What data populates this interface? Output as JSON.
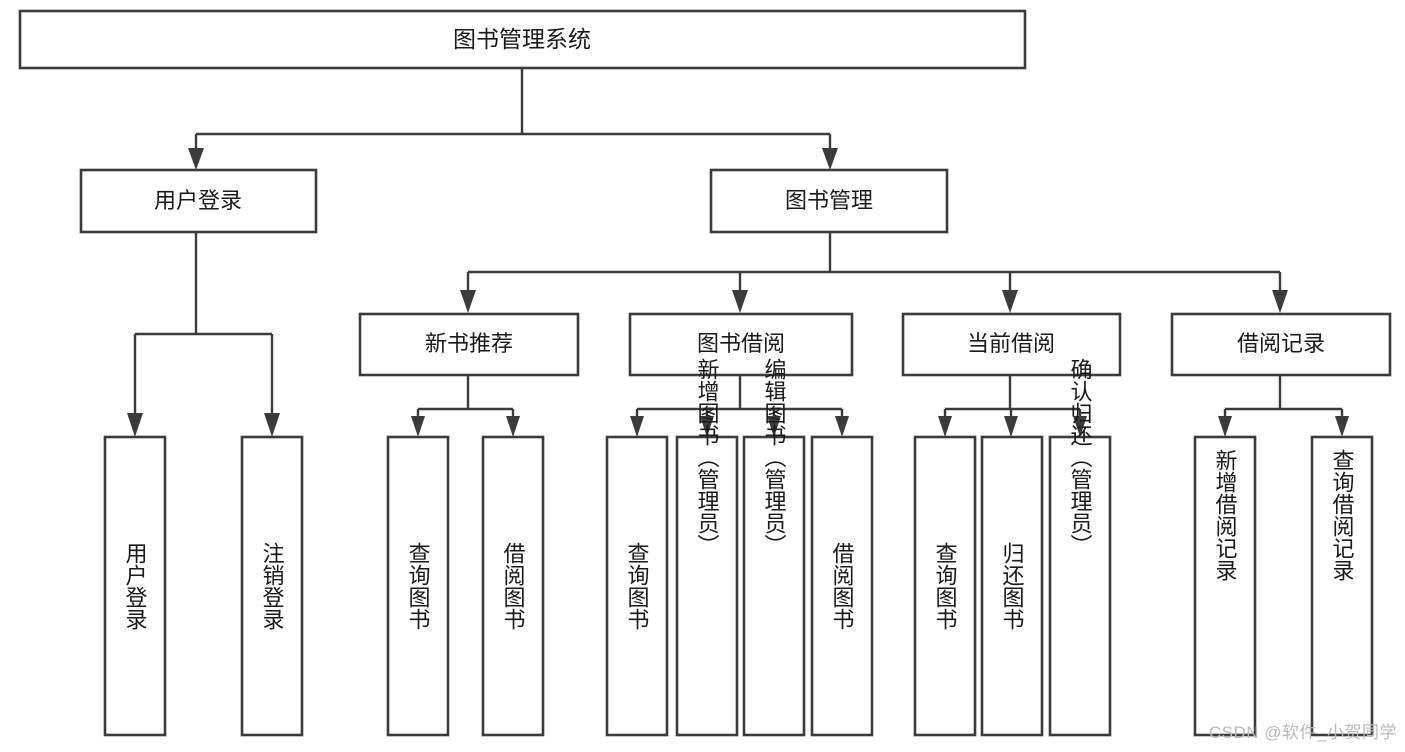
{
  "diagram": {
    "title": "图书管理系统",
    "type": "tree-hierarchy",
    "root": {
      "label": "图书管理系统"
    },
    "level2": [
      {
        "label": "用户登录"
      },
      {
        "label": "图书管理"
      }
    ],
    "level3": [
      {
        "label": "新书推荐"
      },
      {
        "label": "图书借阅"
      },
      {
        "label": "当前借阅"
      },
      {
        "label": "借阅记录"
      }
    ],
    "leaves": {
      "user_login": [
        {
          "label": "用户登录"
        },
        {
          "label": "注销登录"
        }
      ],
      "new_book_recommend": [
        {
          "label": "查询图书"
        },
        {
          "label": "借阅图书"
        }
      ],
      "book_borrow": [
        {
          "label": "查询图书"
        },
        {
          "label": "新增图书（管理员）"
        },
        {
          "label": "编辑图书（管理员）"
        },
        {
          "label": "借阅图书"
        }
      ],
      "current_borrow": [
        {
          "label": "查询图书"
        },
        {
          "label": "归还图书"
        },
        {
          "label": "确认归还（管理员）"
        }
      ],
      "borrow_record": [
        {
          "label": "新增借阅记录"
        },
        {
          "label": "查询借阅记录"
        }
      ]
    }
  },
  "watermark": {
    "text": "CSDN @软件_小贺同学"
  },
  "colors": {
    "stroke": "#3b3b3b",
    "fill": "#ffffff",
    "text": "#1a1a1a",
    "watermark": "#b9b9b9"
  }
}
